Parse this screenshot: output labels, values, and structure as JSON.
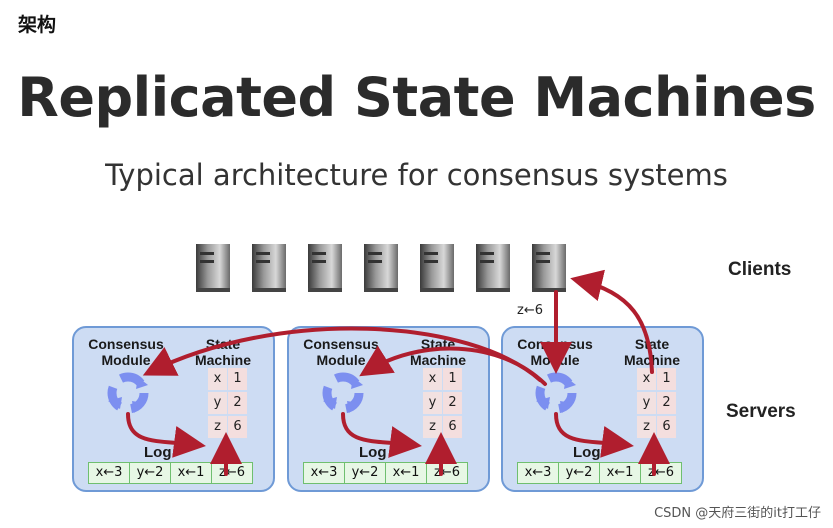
{
  "heading": "架构",
  "title": "Replicated State Machines",
  "subtitle": "Typical architecture for consensus systems",
  "clients_label": "Clients",
  "servers_label": "Servers",
  "client_command": "z←6",
  "servers": [
    {
      "module_label": "Consensus Module",
      "machine_label": "State Machine",
      "state": [
        [
          "x",
          "1"
        ],
        [
          "y",
          "2"
        ],
        [
          "z",
          "6"
        ]
      ],
      "log_label": "Log",
      "log": [
        "x←3",
        "y←2",
        "x←1",
        "z←6"
      ]
    },
    {
      "module_label": "Consensus Module",
      "machine_label": "State Machine",
      "state": [
        [
          "x",
          "1"
        ],
        [
          "y",
          "2"
        ],
        [
          "z",
          "6"
        ]
      ],
      "log_label": "Log",
      "log": [
        "x←3",
        "y←2",
        "x←1",
        "z←6"
      ]
    },
    {
      "module_label": "Consensus Module",
      "machine_label": "State Machine",
      "state": [
        [
          "x",
          "1"
        ],
        [
          "y",
          "2"
        ],
        [
          "z",
          "6"
        ]
      ],
      "log_label": "Log",
      "log": [
        "x←3",
        "y←2",
        "x←1",
        "z←6"
      ]
    }
  ],
  "watermark": "CSDN @天府三街的it打工仔",
  "colors": {
    "arrow": "#b01e2e",
    "server_fill": "#cddcf3",
    "server_border": "#6f9ad6",
    "log_fill": "#e7f7e5",
    "state_fill": "#f2e1e1",
    "consensus_icon": "#7c8ff0"
  }
}
